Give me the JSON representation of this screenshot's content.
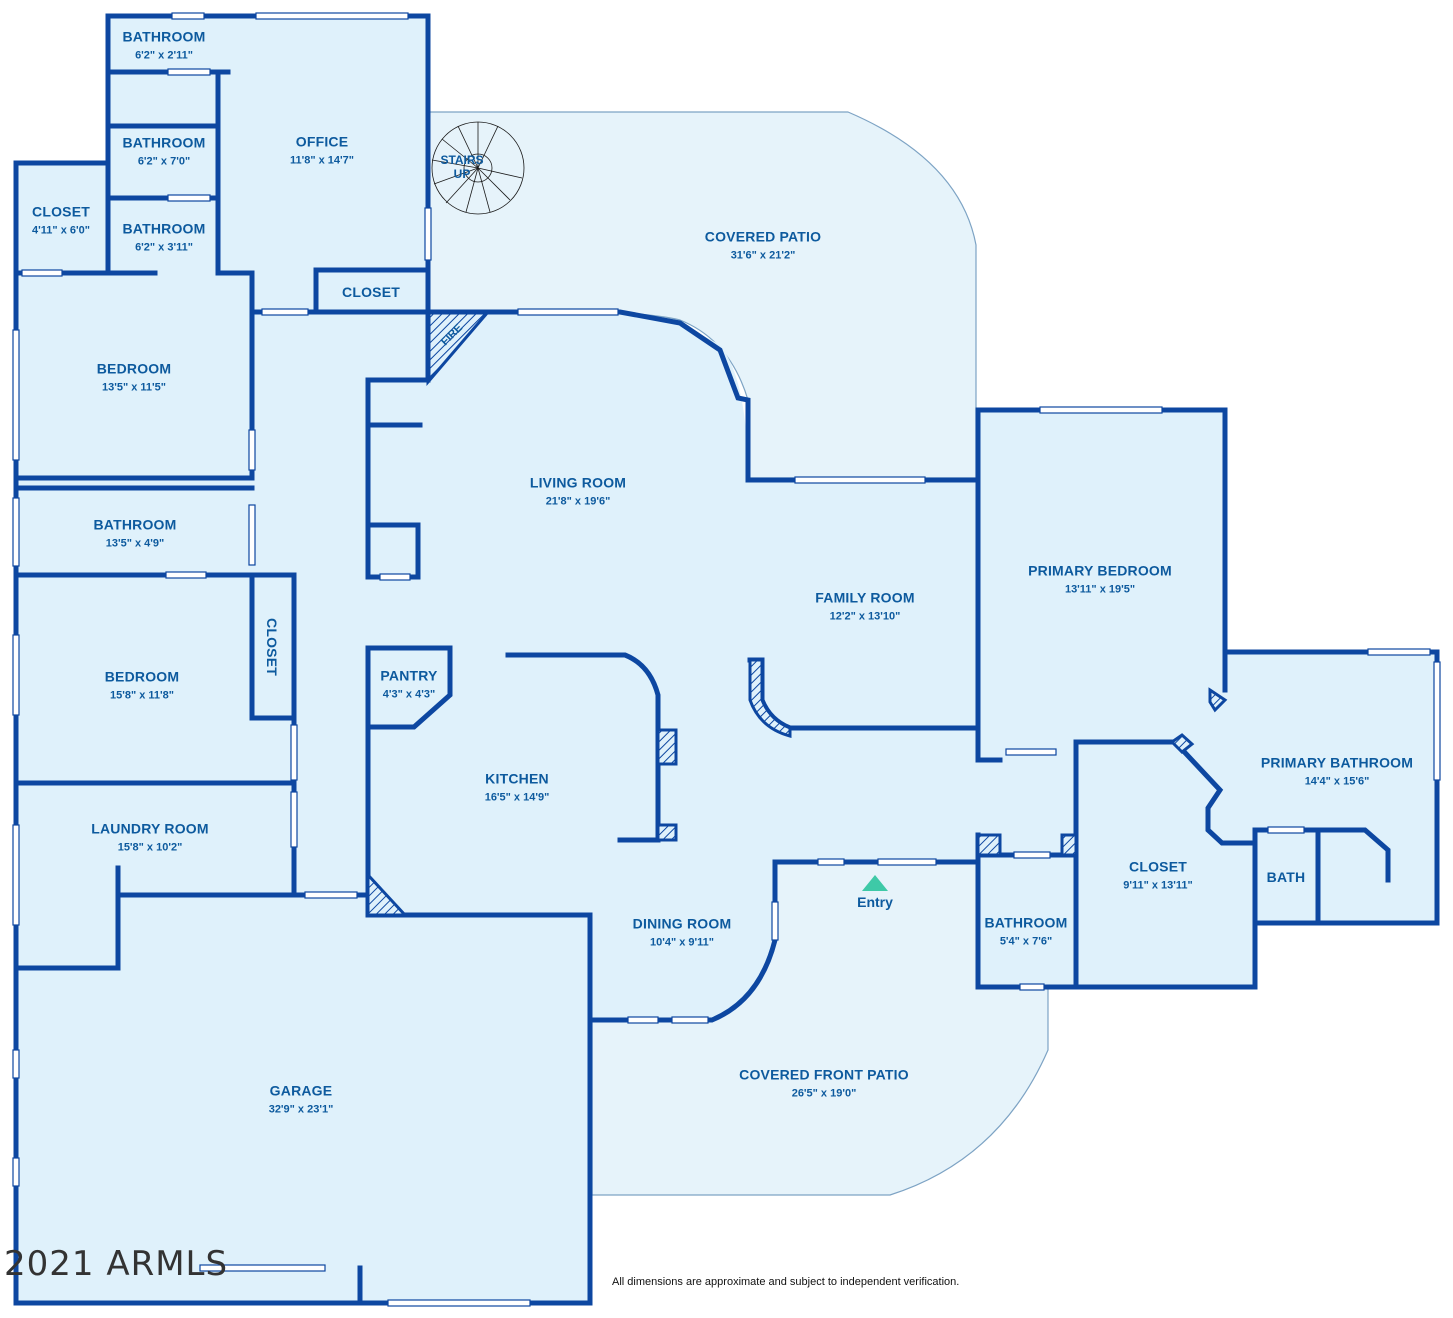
{
  "rooms": {
    "bathroom_top": {
      "name": "BATHROOM",
      "dims": "6'2\" x 2'11\""
    },
    "bathroom_mid": {
      "name": "BATHROOM",
      "dims": "6'2\" x 7'0\""
    },
    "bathroom_low": {
      "name": "BATHROOM",
      "dims": "6'2\" x 3'11\""
    },
    "office": {
      "name": "OFFICE",
      "dims": "11'8\" x 14'7\""
    },
    "closet_left": {
      "name": "CLOSET",
      "dims": "4'11\" x 6'0\""
    },
    "closet_office": {
      "name": "CLOSET"
    },
    "covered_patio": {
      "name": "COVERED PATIO",
      "dims": "31'6\" x 21'2\""
    },
    "bedroom_1": {
      "name": "BEDROOM",
      "dims": "13'5\" x 11'5\""
    },
    "living_room": {
      "name": "LIVING ROOM",
      "dims": "21'8\" x 19'6\""
    },
    "bathroom_hall": {
      "name": "BATHROOM",
      "dims": "13'5\" x 4'9\""
    },
    "family_room": {
      "name": "FAMILY ROOM",
      "dims": "12'2\" x 13'10\""
    },
    "primary_bedroom": {
      "name": "PRIMARY BEDROOM",
      "dims": "13'11\" x 19'5\""
    },
    "closet_vertical": {
      "name": "CLOSET"
    },
    "pantry": {
      "name": "PANTRY",
      "dims": "4'3\" x 4'3\""
    },
    "bedroom_2": {
      "name": "BEDROOM",
      "dims": "15'8\" x 11'8\""
    },
    "primary_bathroom": {
      "name": "PRIMARY BATHROOM",
      "dims": "14'4\" x 15'6\""
    },
    "kitchen": {
      "name": "KITCHEN",
      "dims": "16'5\" x 14'9\""
    },
    "laundry_room": {
      "name": "LAUNDRY ROOM",
      "dims": "15'8\" x 10'2\""
    },
    "closet_primary": {
      "name": "CLOSET",
      "dims": "9'11\" x 13'11\""
    },
    "bath_small": {
      "name": "BATH"
    },
    "dining_room": {
      "name": "DINING ROOM",
      "dims": "10'4\" x 9'11\""
    },
    "bathroom_entry": {
      "name": "BATHROOM",
      "dims": "5'4\" x 7'6\""
    },
    "covered_front_patio": {
      "name": "COVERED FRONT PATIO",
      "dims": "26'5\" x 19'0\""
    },
    "garage": {
      "name": "GARAGE",
      "dims": "32'9\" x 23'1\""
    }
  },
  "features": {
    "stairs": "STAIRS",
    "stairs_dir": "UP",
    "fire": "FIRE",
    "entry": "Entry"
  },
  "copyright": "2021 ARMLS",
  "disclaimer": "All dimensions are approximate and subject to independent verification.",
  "colors": {
    "wall": "#0d47a1",
    "room_fill": "#dff1fb",
    "label": "#0d5a9e",
    "entry_marker": "#3ec9a7"
  }
}
